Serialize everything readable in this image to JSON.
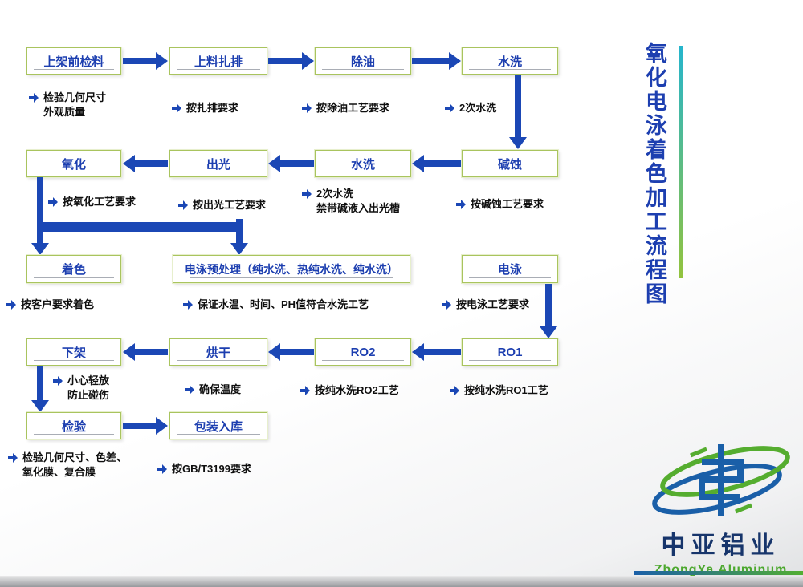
{
  "title": {
    "text": "氧化电泳着色加工流程图"
  },
  "flow": {
    "row1": {
      "nodes": [
        "上架前检料",
        "上料扎排",
        "除油",
        "水洗"
      ],
      "notes": [
        "检验几何尺寸\n外观质量",
        "按扎排要求",
        "按除油工艺要求",
        "2次水洗"
      ]
    },
    "row2": {
      "nodes": [
        "氧化",
        "出光",
        "水洗",
        "碱蚀"
      ],
      "notes": [
        "按氧化工艺要求",
        "按出光工艺要求",
        "2次水洗\n禁带碱液入出光槽",
        "按碱蚀工艺要求"
      ]
    },
    "row3": {
      "nodes": [
        "着色",
        "电泳预处理（纯水洗、热纯水洗、纯水洗）",
        "电泳"
      ],
      "notes": [
        "按客户要求着色",
        "保证水温、时间、PH值符合水洗工艺",
        "按电泳工艺要求"
      ]
    },
    "row4": {
      "nodes": [
        "下架",
        "烘干",
        "RO2",
        "RO1"
      ],
      "notes": [
        "小心轻放\n防止碰伤",
        "确保温度",
        "按纯水洗RO2工艺",
        "按纯水洗RO1工艺"
      ]
    },
    "row5": {
      "nodes": [
        "检验",
        "包装入库"
      ],
      "notes": [
        "检验几何尺寸、色差、\n氧化膜、复合膜",
        "按GB/T3199要求"
      ]
    }
  },
  "logo": {
    "name_cn": "中亚铝业",
    "name_en": "ZhongYa Aluminum"
  },
  "colors": {
    "arrow_blue": "#1b47b5",
    "node_text_blue": "#1d3fb0",
    "box_border_green": "#a9c45e",
    "title_bar_top": "#25b5cd",
    "title_bar_bottom": "#93c33d",
    "logo_blue": "#1a5fa8",
    "logo_green": "#52ae32"
  }
}
